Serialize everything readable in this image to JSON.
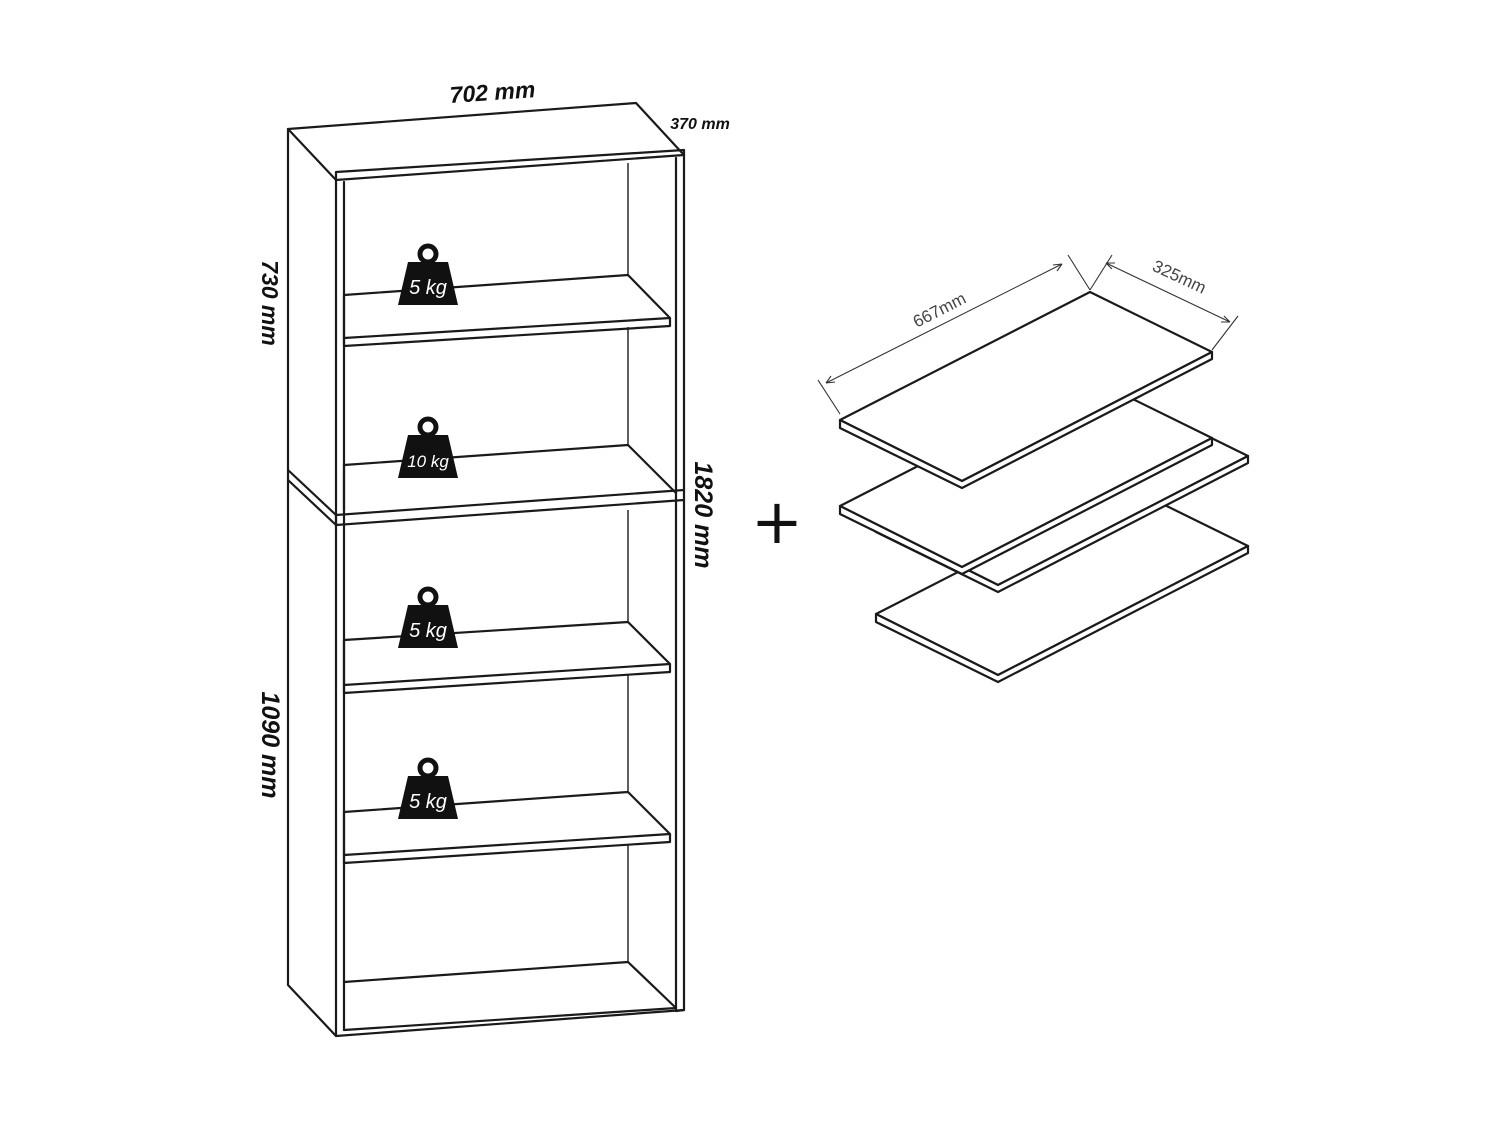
{
  "dimensions": {
    "width": "702 mm",
    "depth": "370 mm",
    "upper_height": "730 mm",
    "lower_height": "1090 mm",
    "total_height": "1820 mm",
    "shelf_length": "667mm",
    "shelf_depth": "325mm"
  },
  "load_labels": [
    "5 kg",
    "10 kg",
    "5 kg",
    "5 kg"
  ],
  "plus_symbol": "+"
}
